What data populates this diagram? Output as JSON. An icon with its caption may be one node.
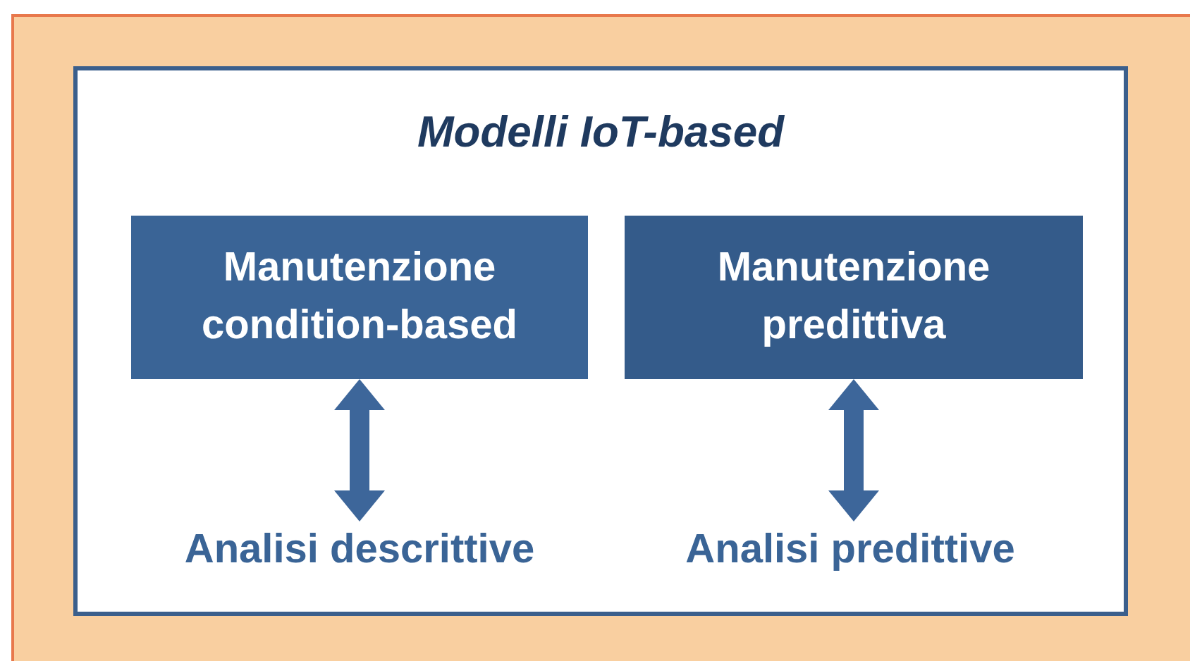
{
  "diagram": {
    "nodes": [
      {
        "text": [
          "Modelli IoT-based"
        ]
      },
      {
        "text": [
          "Manutenzione condition-based"
        ],
        "in": 0
      },
      {
        "text": [
          "Manutenzione predittiva"
        ],
        "in": 0
      },
      {
        "text": [
          "Analisi descrittive"
        ],
        "in": 0
      },
      {
        "text": [
          "Analisi predittive"
        ],
        "in": 0
      }
    ],
    "edges": [
      {
        "from": 1,
        "to": 3,
        "arrow": "both"
      },
      {
        "from": 2,
        "to": 4,
        "arrow": "both"
      }
    ]
  }
}
